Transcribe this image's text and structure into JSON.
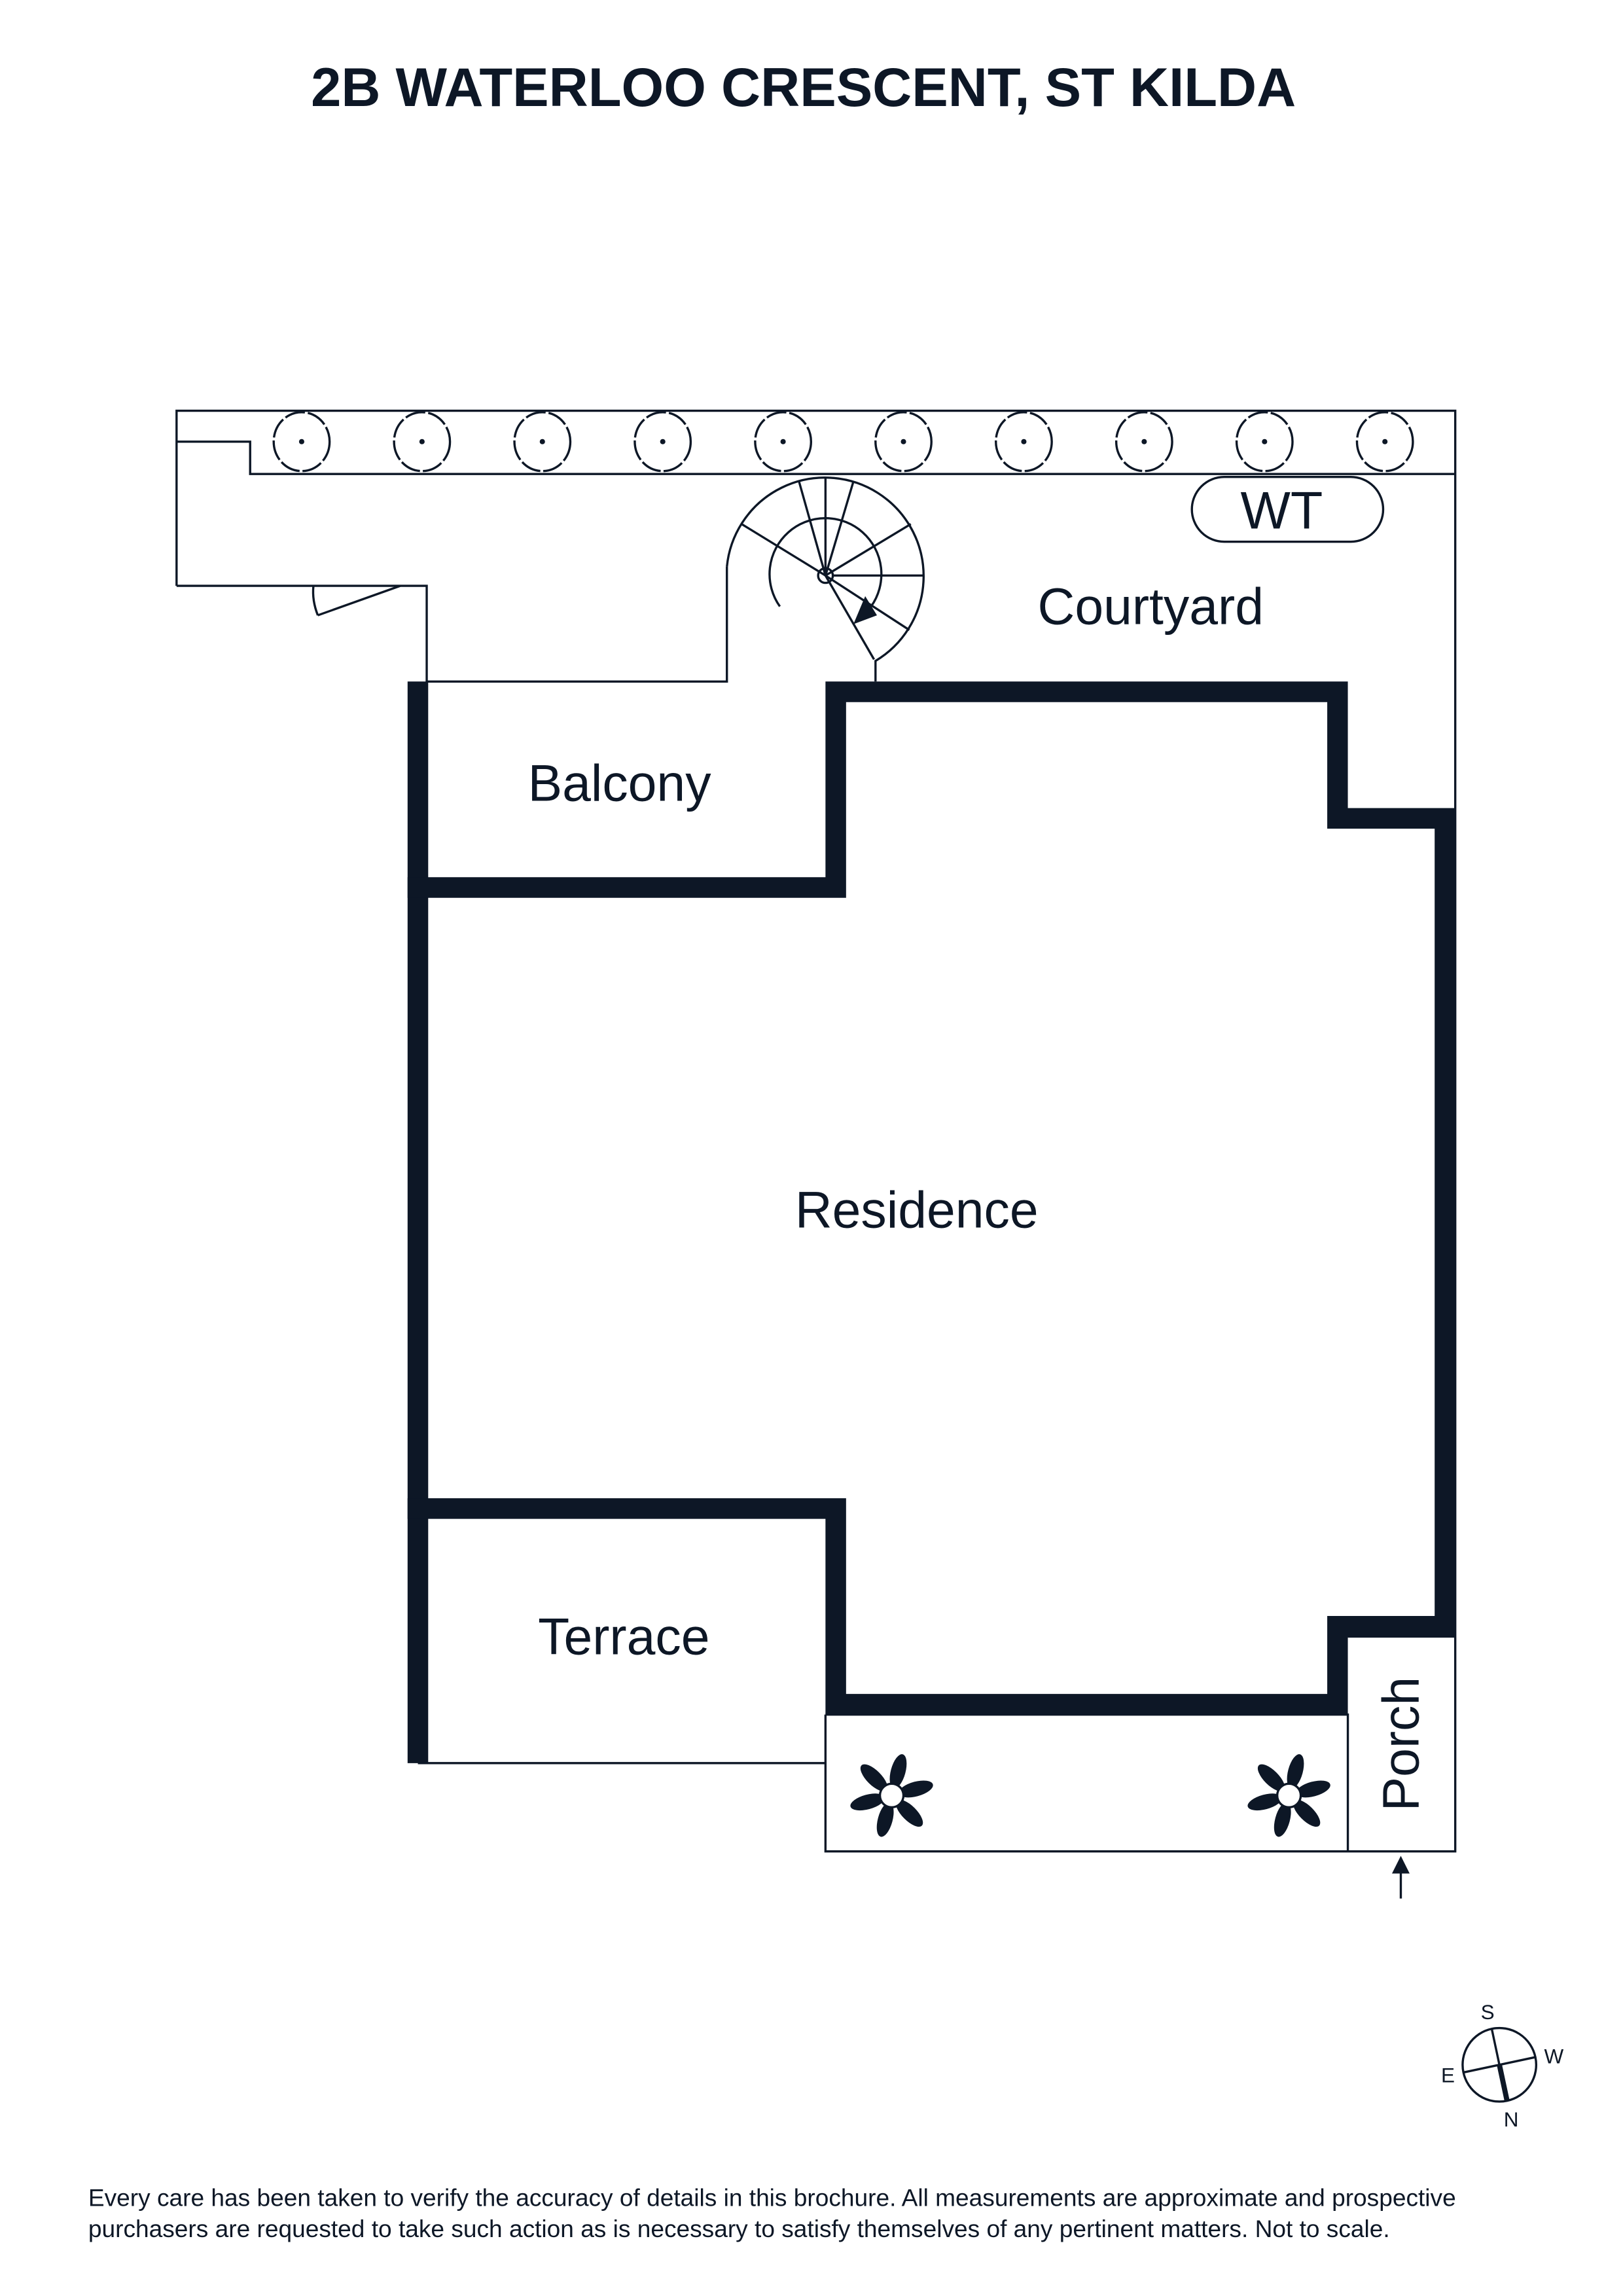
{
  "title": "2B WATERLOO CRESCENT, ST KILDA",
  "rooms": {
    "courtyard": "Courtyard",
    "balcony": "Balcony",
    "residence": "Residence",
    "terrace": "Terrace",
    "porch": "Porch",
    "water_tank": "WT"
  },
  "compass": {
    "north": "N",
    "south": "S",
    "east": "E",
    "west": "W"
  },
  "tree_count": 10,
  "disclaimer": [
    "Every care has been taken to verify the accuracy of details in this brochure. All measurements are approximate and prospective",
    "purchasers are requested to take such action as is necessary to satisfy themselves of any pertinent matters. Not to scale."
  ],
  "colors": {
    "ink": "#0d1726"
  }
}
